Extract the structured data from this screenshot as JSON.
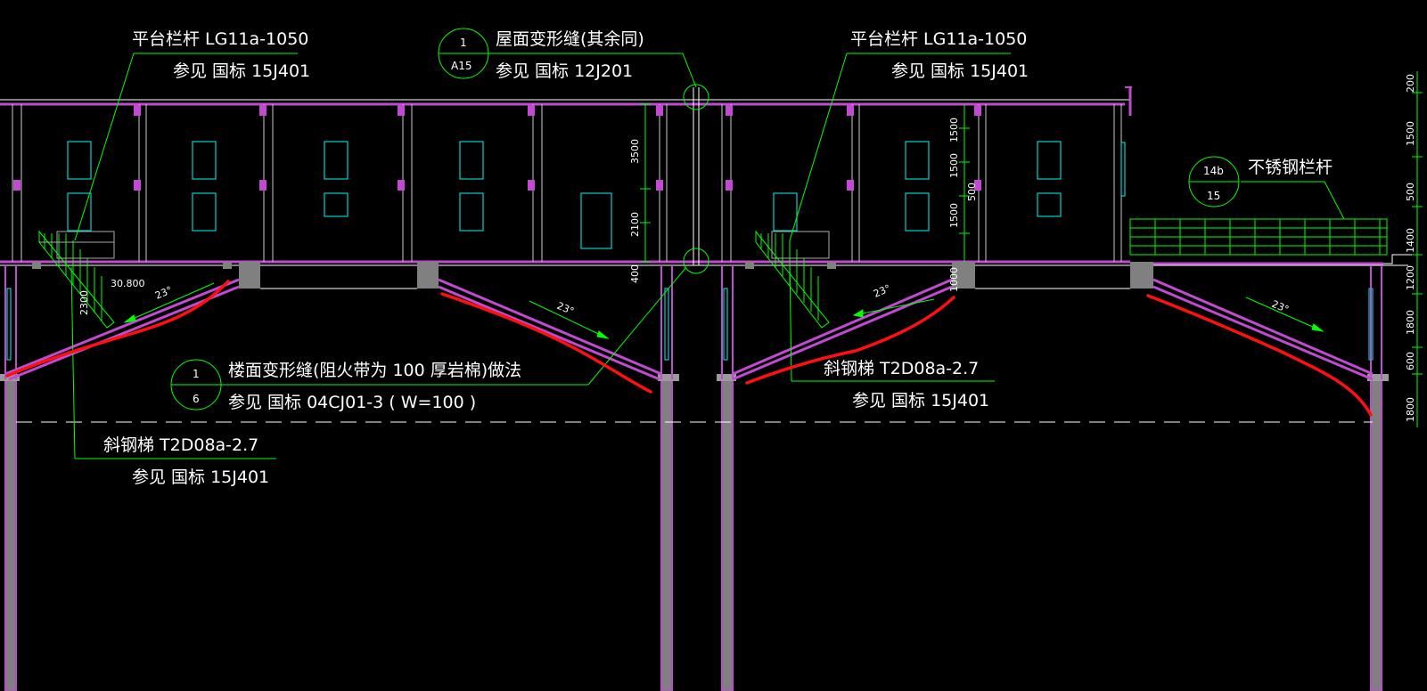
{
  "colors": {
    "background": "#000000",
    "wall": "#c04ad0",
    "leader": "#00ff00",
    "window": "#00d0d0",
    "markup": "#ff1010",
    "text": "#ffffff",
    "gray": "#9a9a9a"
  },
  "labels": {
    "platform_railing_1": {
      "title": "平台栏杆  LG11a-1050",
      "ref": "参见   国标 15J401"
    },
    "roof_joint": {
      "sym_top": "1",
      "sym_bottom": "A15",
      "title": "屋面变形缝(其余同)",
      "ref": "参见   国标 12J201"
    },
    "platform_railing_2": {
      "title": "平台栏杆  LG11a-1050",
      "ref": "参见   国标 15J401"
    },
    "stainless_railing": {
      "sym_top": "14b",
      "sym_bottom": "15",
      "title": "不锈钢栏杆"
    },
    "floor_joint": {
      "sym_top": "1",
      "sym_bottom": "6",
      "title": "楼面变形缝(阻火带为      100  厚岩棉)做法",
      "ref": "参见   国标 04CJ01-3   ( W=100 )"
    },
    "steel_stair_1": {
      "title": "斜钢梯  T2D08a-2.7",
      "ref": "参见   国标 15J401"
    },
    "steel_stair_2": {
      "title": "斜钢梯  T2D08a-2.7",
      "ref": "参见   国标 15J401"
    }
  },
  "dimensions": {
    "elevation": "30.800",
    "stair_height": "2300",
    "angles": [
      "23°",
      "23°",
      "23°",
      "23°"
    ],
    "mid_dims": [
      "3500",
      "2100",
      "400"
    ],
    "right_bay_dims": [
      "1500",
      "1500",
      "1500",
      "500",
      "1000"
    ],
    "edge_dims": [
      "200",
      "1500",
      "500",
      "1400",
      "1200",
      "1800",
      "600",
      "1800"
    ]
  }
}
